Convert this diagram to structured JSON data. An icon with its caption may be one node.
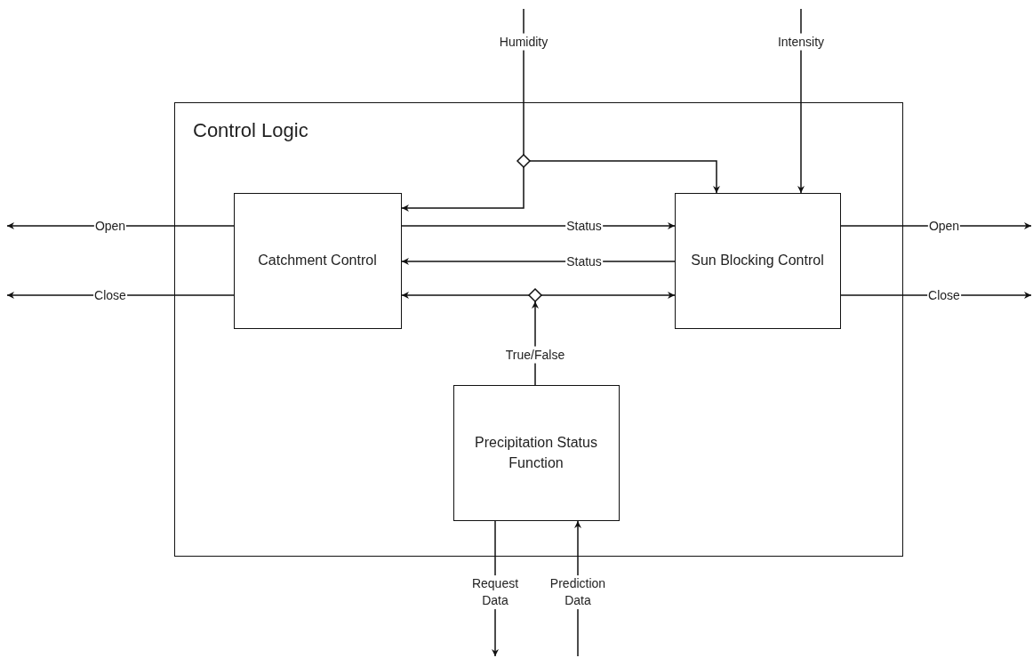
{
  "diagram": {
    "nodes": [
      {
        "text": [
          "Control Logic"
        ]
      },
      {
        "text": [
          "Catchment Control"
        ],
        "in": 0
      },
      {
        "text": [
          "Sun Blocking Control"
        ],
        "in": 0
      },
      {
        "text": [
          "Precipitation Status Function"
        ],
        "in": 0
      },
      {
        "text": [],
        "shape": "diamond",
        "in": 0
      },
      {
        "text": [],
        "shape": "diamond",
        "in": 0
      }
    ],
    "edges": [
      {
        "from": null,
        "to": 4,
        "arrow": "none",
        "label": "Humidity"
      },
      {
        "from": 4,
        "to": 1,
        "arrow": "to"
      },
      {
        "from": 4,
        "to": 2,
        "arrow": "to"
      },
      {
        "from": null,
        "to": 2,
        "arrow": "to",
        "label": "Intensity"
      },
      {
        "from": 1,
        "to": null,
        "arrow": "to",
        "label": "Open"
      },
      {
        "from": 1,
        "to": null,
        "arrow": "to",
        "label": "Close"
      },
      {
        "from": 2,
        "to": null,
        "arrow": "to",
        "label": "Open"
      },
      {
        "from": 2,
        "to": null,
        "arrow": "to",
        "label": "Close"
      },
      {
        "from": 1,
        "to": 2,
        "arrow": "to",
        "label": "Status"
      },
      {
        "from": 2,
        "to": 1,
        "arrow": "to",
        "label": "Status"
      },
      {
        "from": 3,
        "to": 5,
        "arrow": "to",
        "label": "True/False"
      },
      {
        "from": 5,
        "to": 1,
        "arrow": "to"
      },
      {
        "from": 5,
        "to": 2,
        "arrow": "to"
      },
      {
        "from": 3,
        "to": null,
        "arrow": "to",
        "label": "Request Data"
      },
      {
        "from": null,
        "to": 3,
        "arrow": "to",
        "label": "Prediction Data"
      }
    ]
  }
}
